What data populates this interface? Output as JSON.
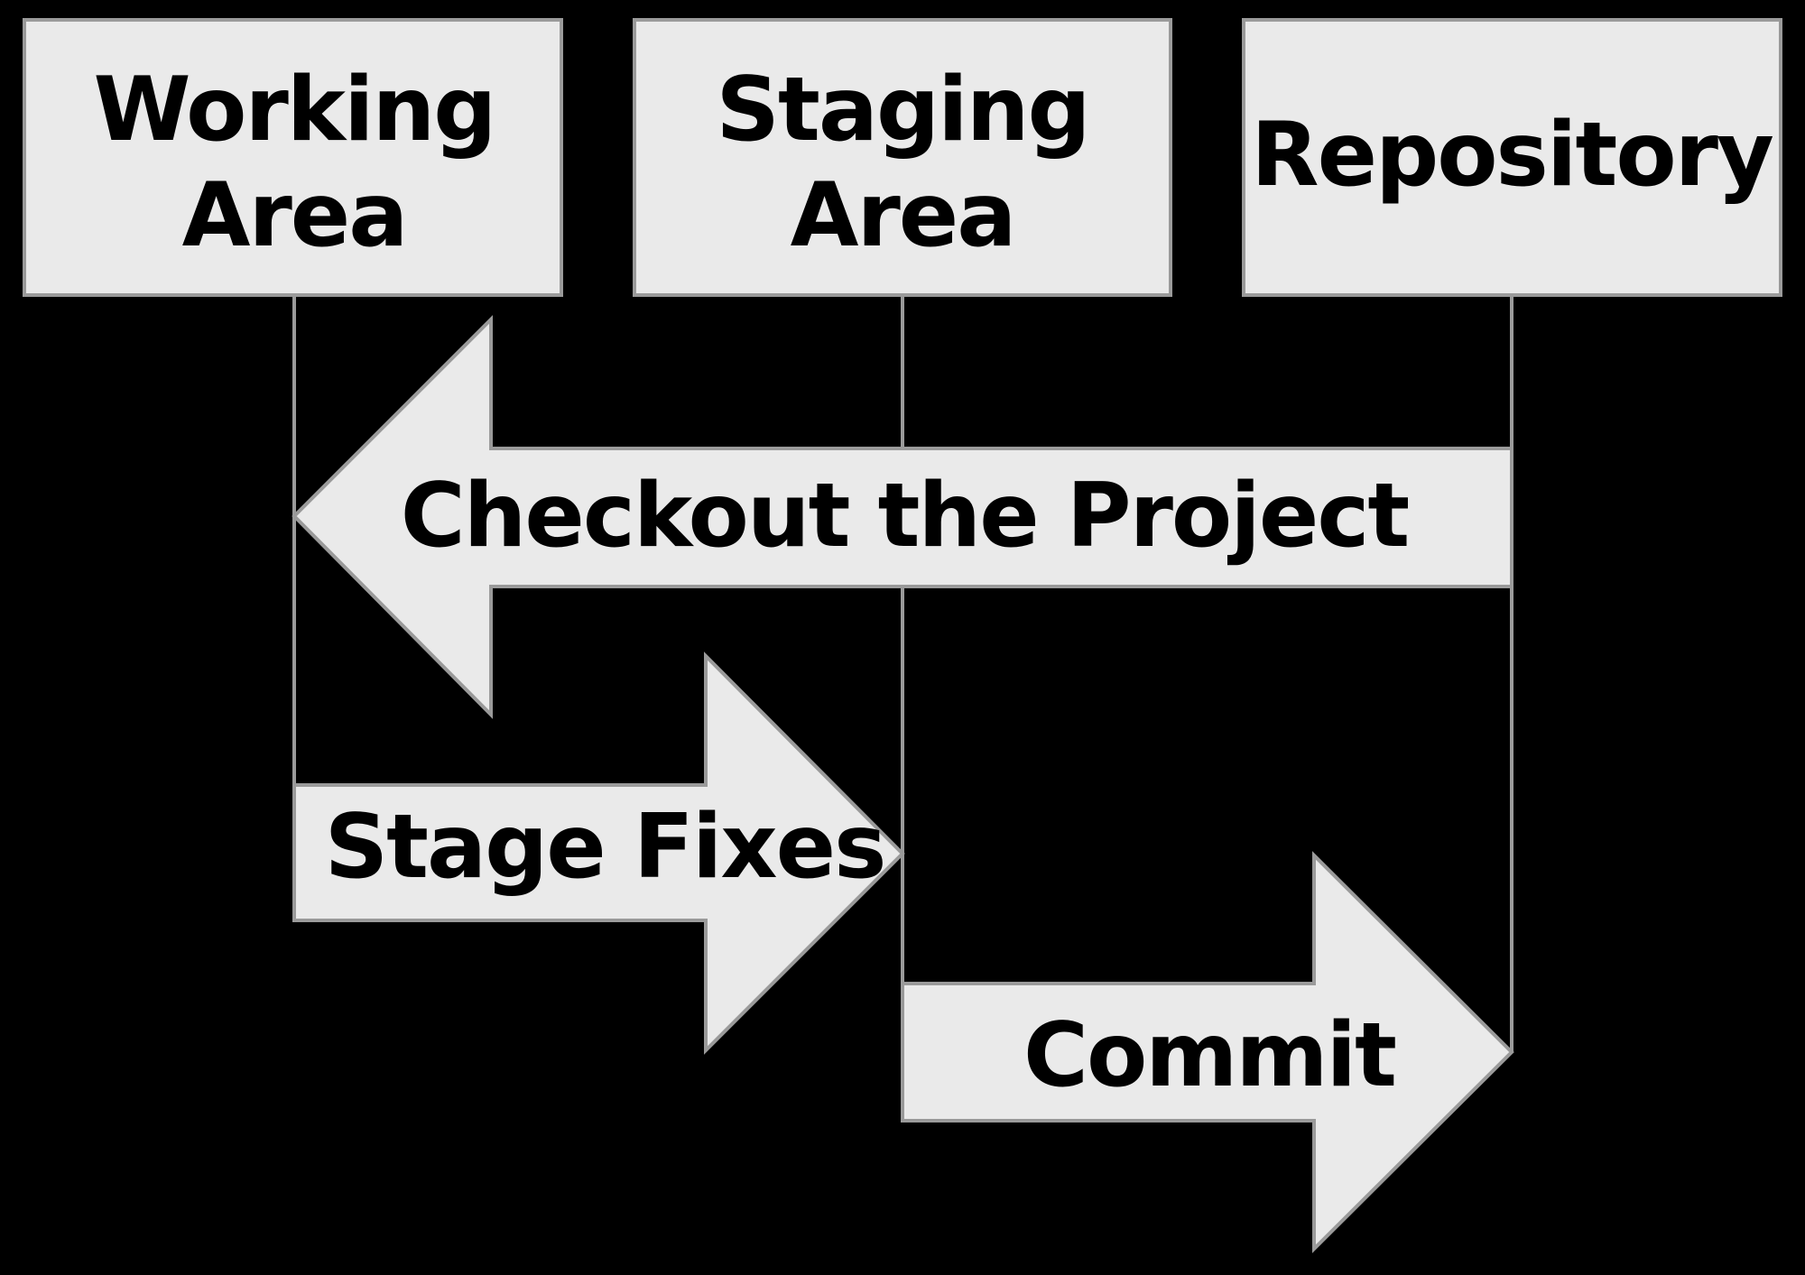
{
  "diagram": {
    "colors": {
      "background": "#000000",
      "fill": "#eaeaea",
      "stroke": "#9a9a9a",
      "text": "#000000"
    },
    "stages": [
      {
        "lines": [
          "Working",
          "Area"
        ]
      },
      {
        "lines": [
          "Staging",
          "Area"
        ]
      },
      {
        "lines": [
          "Repository"
        ]
      }
    ],
    "arrows": [
      {
        "label": "Checkout the Project",
        "from": "Repository",
        "to": "Working Area"
      },
      {
        "label": "Stage Fixes",
        "from": "Working Area",
        "to": "Staging Area"
      },
      {
        "label": "Commit",
        "from": "Staging Area",
        "to": "Repository"
      }
    ]
  }
}
